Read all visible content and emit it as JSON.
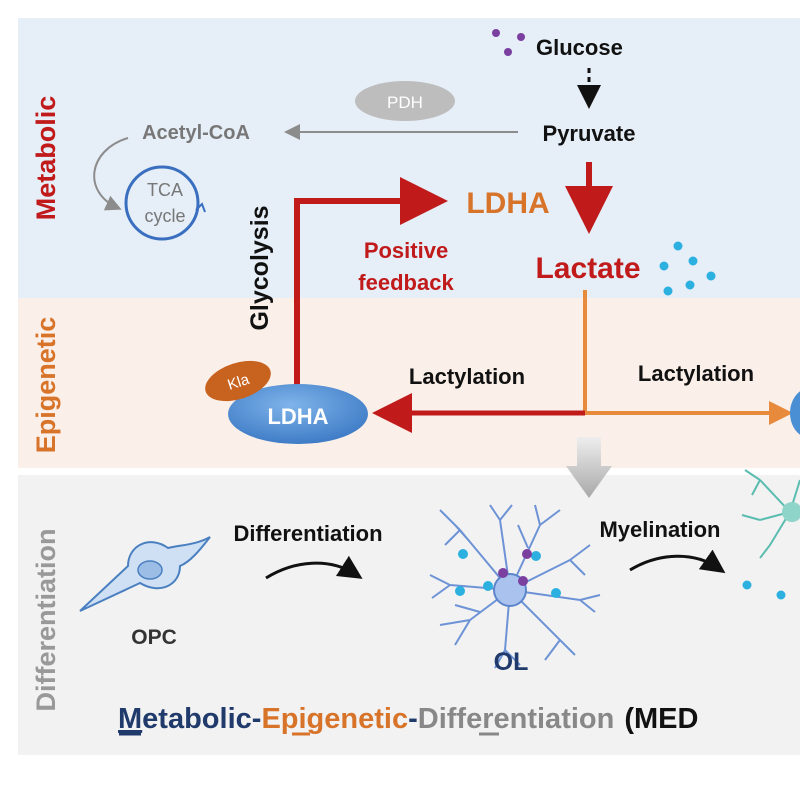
{
  "bands": {
    "metabolic": "Metabolic",
    "epigenetic": "Epigenetic",
    "differentiation": "Differentiation"
  },
  "metabolic": {
    "glucose": "Glucose",
    "pdh": "PDH",
    "acetyl_coa": "Acetyl-CoA",
    "pyruvate": "Pyruvate",
    "tca_line1": "TCA",
    "tca_line2": "cycle",
    "ldha_top": "LDHA",
    "lactate": "Lactate",
    "glycolysis": "Glycolysis",
    "positive_line1": "Positive",
    "positive_line2": "feedback"
  },
  "epigenetic": {
    "kla": "Kla",
    "ldha_bottom": "LDHA",
    "lactylation_left": "Lactylation",
    "lactylation_right": "Lactylation"
  },
  "differentiation": {
    "opc": "OPC",
    "differentiation_label": "Differentiation",
    "myelination": "Myelination",
    "ol": "OL"
  },
  "footer": {
    "m_initial": "M",
    "m_rest": "etabolic",
    "dash1": "-",
    "e_initial": "E",
    "e_rest": "pigenetic",
    "dash2": "-",
    "d_initial": "D",
    "d_rest": "ifferentiation",
    "paren": "(MED"
  },
  "colors": {
    "metabolic_band": "#e6eef8",
    "epigenetic_band": "#fbefe9",
    "differentiation_band": "#f2f2f2",
    "red": "#c01a1a",
    "orange": "#d8742a",
    "navy": "#1f3a6b",
    "gray": "#888888",
    "cyan": "#2bb0e0",
    "purple": "#7b3fa0",
    "blue": "#4a8fd4"
  }
}
